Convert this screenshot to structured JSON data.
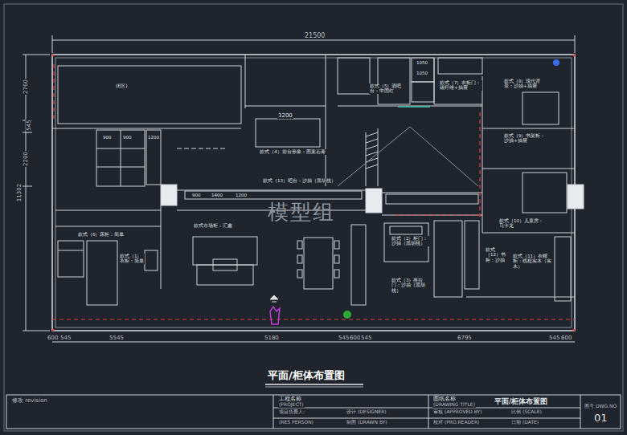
{
  "diagram": {
    "title": "平面/柜体布置图",
    "labels": [
      "21500",
      "2760",
      "545",
      "2200",
      "11302",
      "600",
      "545",
      "5545",
      "5180",
      "545",
      "600",
      "545",
      "6795",
      "545",
      "600",
      "3200",
      "(E区)",
      "款式（4）前台形象：图案石膏",
      "款式（5）酒吧台：中国红",
      "款式（7）衣柜门：碳纤维+抽屉",
      "款式（8）现代背景：沙抽+抽屉",
      "款式（9）书架柜：沙抽+抽屉",
      "款式（13）吧台：沙抽（黑胡桃）",
      "款式市场柜：汇鑫",
      "款式（6）床柜：简单",
      "款式（1）衣柜：简单",
      "款式（2）柜门：沙抽（黑胡桃）",
      "款式（3）推拉门：沙抽（黑胡桃）",
      "款式（10）儿童房：马卡龙",
      "款式（11）衣帽柜：线框实木（实木）",
      "款式（12）书柜：沙抽",
      "1050",
      "1050",
      "900",
      "900",
      "1200",
      "900",
      "1400",
      "1200",
      "模型组",
      "修改 revision",
      "工程名称",
      "(PROJECT)",
      "项目负责人:",
      "(RES PERSON)",
      "设计 (DESIGNER)",
      "制图 (DRAWN BY)",
      "图纸名称",
      "(DRAWING TITLE)",
      "平面/柜体布置图",
      "审核 (APPROVED BY)",
      "校对 (PRO.READER)",
      "比例 (SCALE)",
      "日期 (DATE)",
      "图号 DWG.NO",
      "01"
    ]
  }
}
